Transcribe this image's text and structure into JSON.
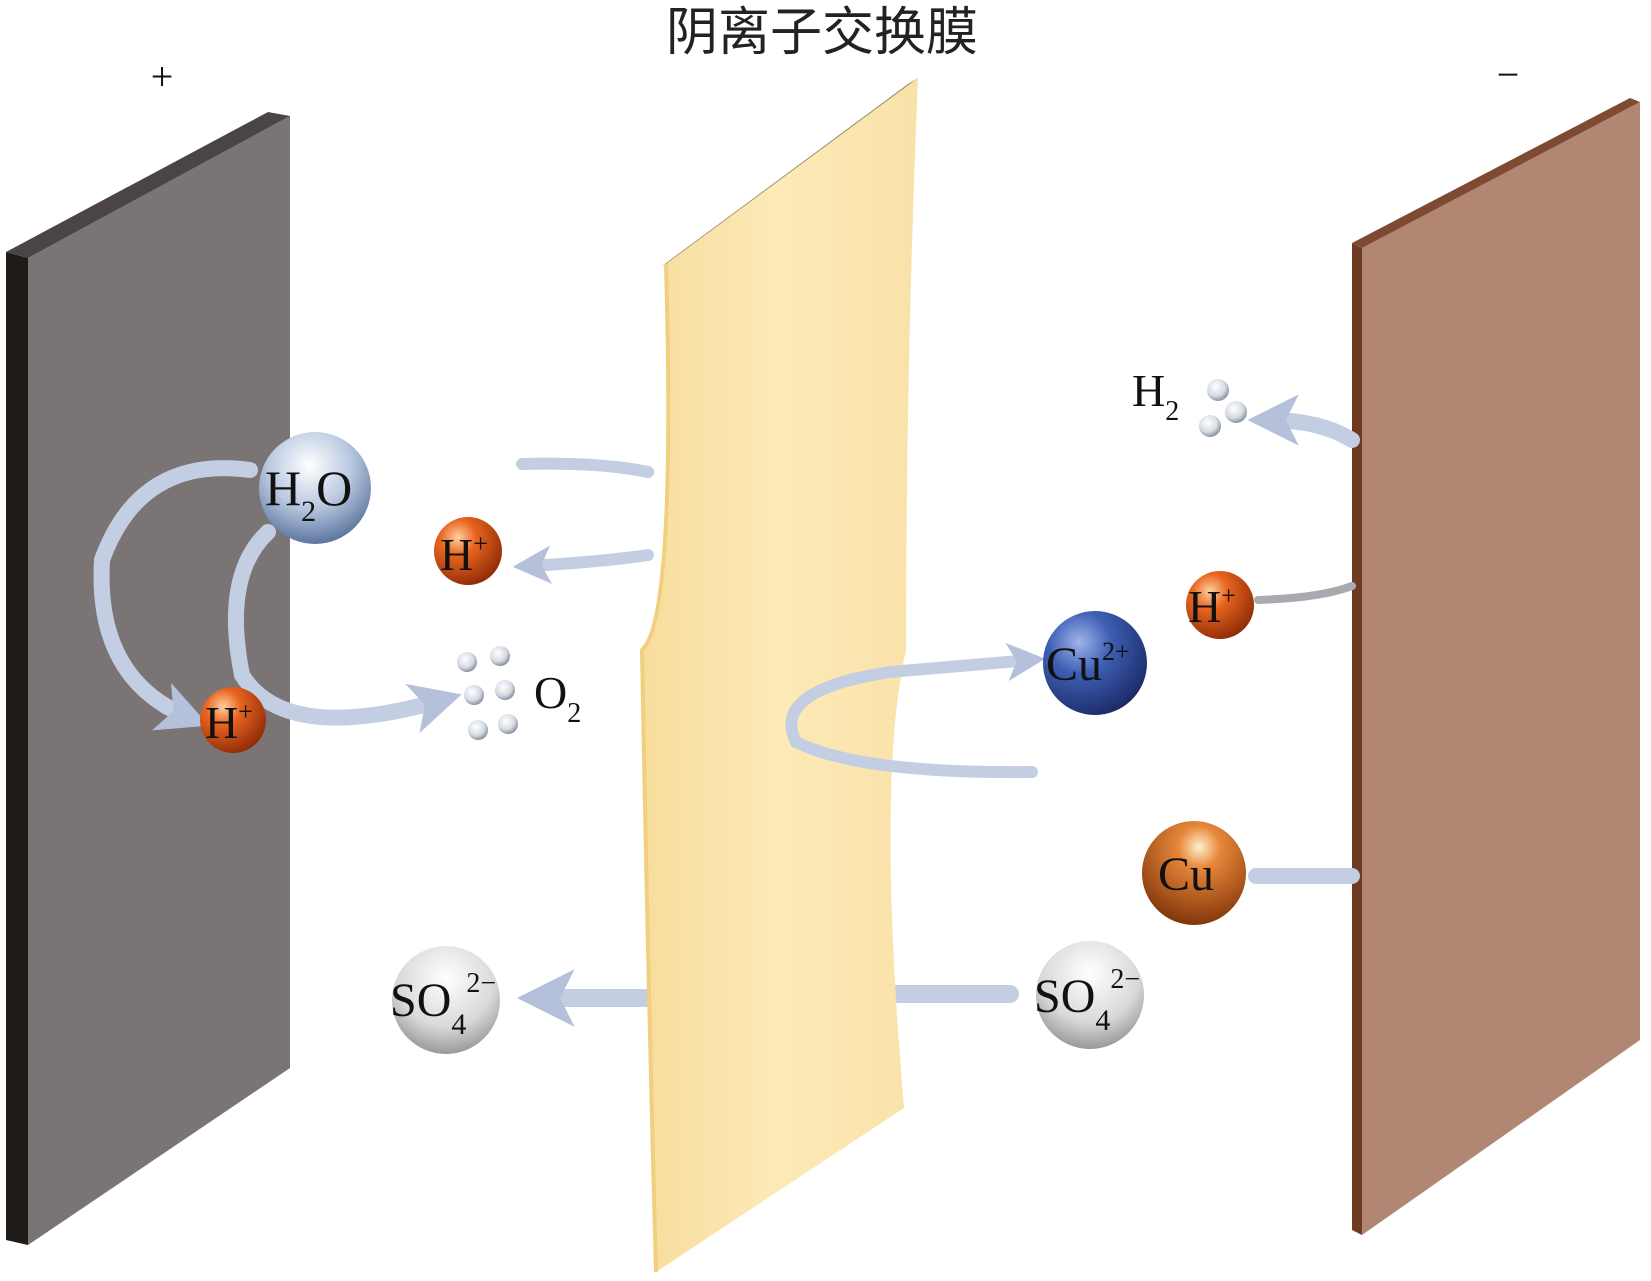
{
  "title": "阴离子交换膜",
  "electrodes": {
    "anode_sign": "+",
    "cathode_sign": "−"
  },
  "species": {
    "water": {
      "base": "H",
      "sub": "2",
      "tail": "O"
    },
    "h_ion": {
      "base": "H",
      "sup": "+"
    },
    "oxygen": {
      "base": "O",
      "sub": "2"
    },
    "hydrogen": {
      "base": "H",
      "sub": "2"
    },
    "copper_ion": {
      "base": "Cu",
      "sup": "2+"
    },
    "copper": {
      "base": "Cu"
    },
    "sulfate": {
      "base": "SO",
      "sub": "4",
      "sup": "2−"
    }
  },
  "colors": {
    "anode_face": "#7a7475",
    "anode_edge": "#2a2624",
    "membrane": "#fdeab8",
    "cathode_face": "#b18672",
    "cathode_edge": "#7a4028",
    "arrow": "#c4cee3",
    "h_ion": "#e0561c",
    "cu_ion": "#3c5cae",
    "cu_atom": "#d2651d",
    "sulfate": "#d8d8d8",
    "water": "#a9bcd8"
  }
}
